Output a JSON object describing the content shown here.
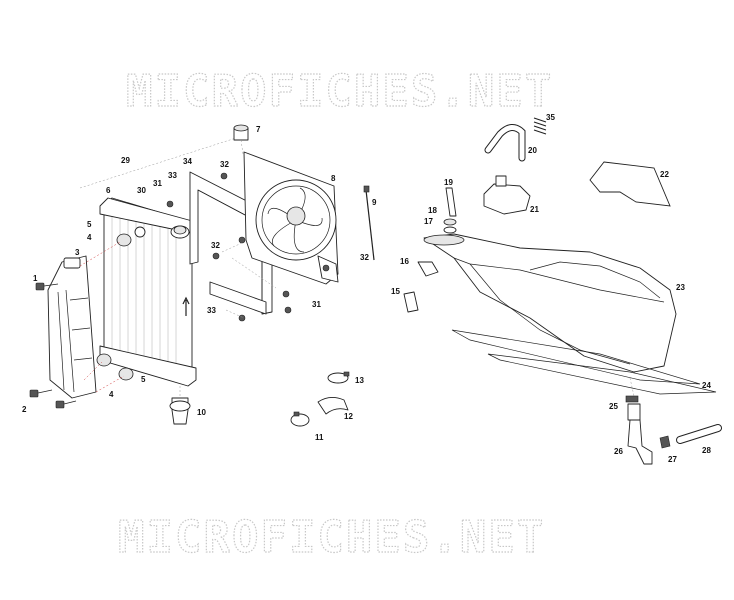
{
  "watermark": {
    "top_text": "MICROFICHES.NET",
    "bottom_text": "MICROFICHES.NET"
  },
  "callouts": [
    "1",
    "2",
    "3",
    "4",
    "4",
    "5",
    "5",
    "6",
    "7",
    "8",
    "9",
    "10",
    "11",
    "12",
    "13",
    "15",
    "16",
    "17",
    "18",
    "19",
    "20",
    "21",
    "22",
    "23",
    "24",
    "25",
    "26",
    "27",
    "28",
    "29",
    "30",
    "31",
    "31",
    "32",
    "32",
    "32",
    "33",
    "33",
    "34",
    "35"
  ]
}
